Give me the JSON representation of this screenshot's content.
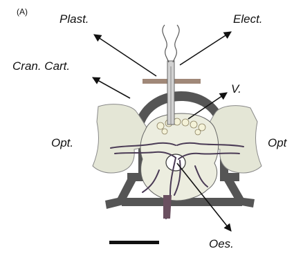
{
  "panel_label": "(A)",
  "labels": {
    "plastic": "Plast.",
    "electrode": "Elect.",
    "cranial_cartilage": "Cran. Cart.",
    "vein": "V.",
    "optic_left": "Opt.",
    "optic_right": "Opt",
    "oesophagus": "Oes."
  },
  "colors": {
    "cartilage": "#555555",
    "optic_lobe": "#e4e6d6",
    "brain": "#eceddf",
    "plastic_bar": "#a08878",
    "nerves": "#4a3a55",
    "ink": "#111111"
  }
}
